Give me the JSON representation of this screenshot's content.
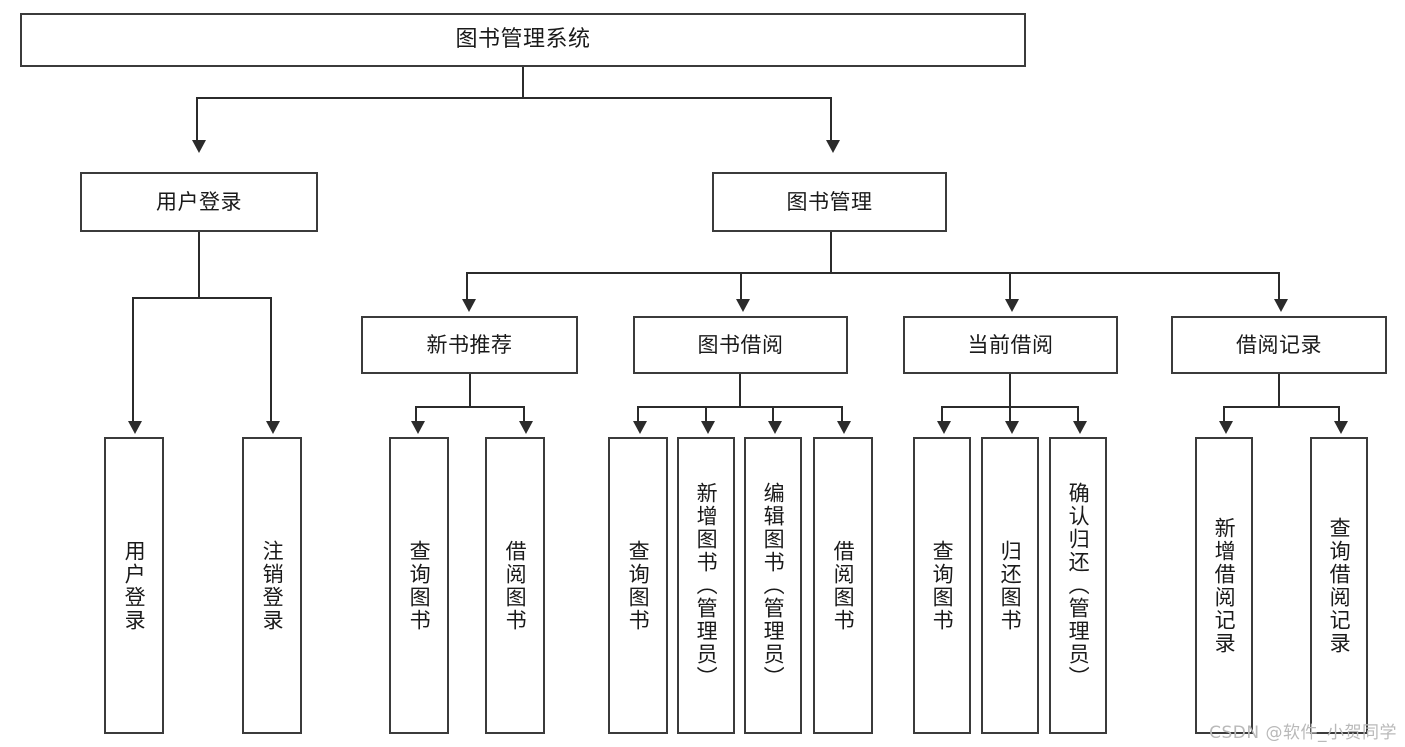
{
  "diagram": {
    "title": "图书管理系统",
    "type": "tree-hierarchy",
    "watermark": "CSDN @软件_小贺同学",
    "colors": {
      "box_border": "#3b3b3b",
      "line": "#2b2b2b",
      "background": "#ffffff",
      "text": "#1a1a1a",
      "watermark": "#b9b9b9"
    },
    "nodes": {
      "root": {
        "label": "图书管理系统"
      },
      "level2": [
        {
          "id": "user-login",
          "label": "用户登录"
        },
        {
          "id": "book-manage",
          "label": "图书管理"
        }
      ],
      "level3": [
        {
          "id": "new-book-recommend",
          "label": "新书推荐"
        },
        {
          "id": "book-borrow",
          "label": "图书借阅"
        },
        {
          "id": "current-borrow",
          "label": "当前借阅"
        },
        {
          "id": "borrow-record",
          "label": "借阅记录"
        }
      ],
      "leaves": {
        "user_login": [
          {
            "id": "leaf-user-login",
            "label": "用户登录"
          },
          {
            "id": "leaf-logout-login",
            "label": "注销登录"
          }
        ],
        "new_book_recommend": [
          {
            "id": "leaf-query-book-1",
            "label": "查询图书"
          },
          {
            "id": "leaf-borrow-book-1",
            "label": "借阅图书"
          }
        ],
        "book_borrow": [
          {
            "id": "leaf-query-book-2",
            "label": "查询图书"
          },
          {
            "id": "leaf-add-book",
            "label": "新增图书（管理员）"
          },
          {
            "id": "leaf-edit-book",
            "label": "编辑图书（管理员）"
          },
          {
            "id": "leaf-borrow-book-2",
            "label": "借阅图书"
          }
        ],
        "current_borrow": [
          {
            "id": "leaf-query-book-3",
            "label": "查询图书"
          },
          {
            "id": "leaf-return-book",
            "label": "归还图书"
          },
          {
            "id": "leaf-confirm-return",
            "label": "确认归还（管理员）"
          }
        ],
        "borrow_record": [
          {
            "id": "leaf-add-record",
            "label": "新增借阅记录"
          },
          {
            "id": "leaf-query-record",
            "label": "查询借阅记录"
          }
        ]
      }
    }
  }
}
